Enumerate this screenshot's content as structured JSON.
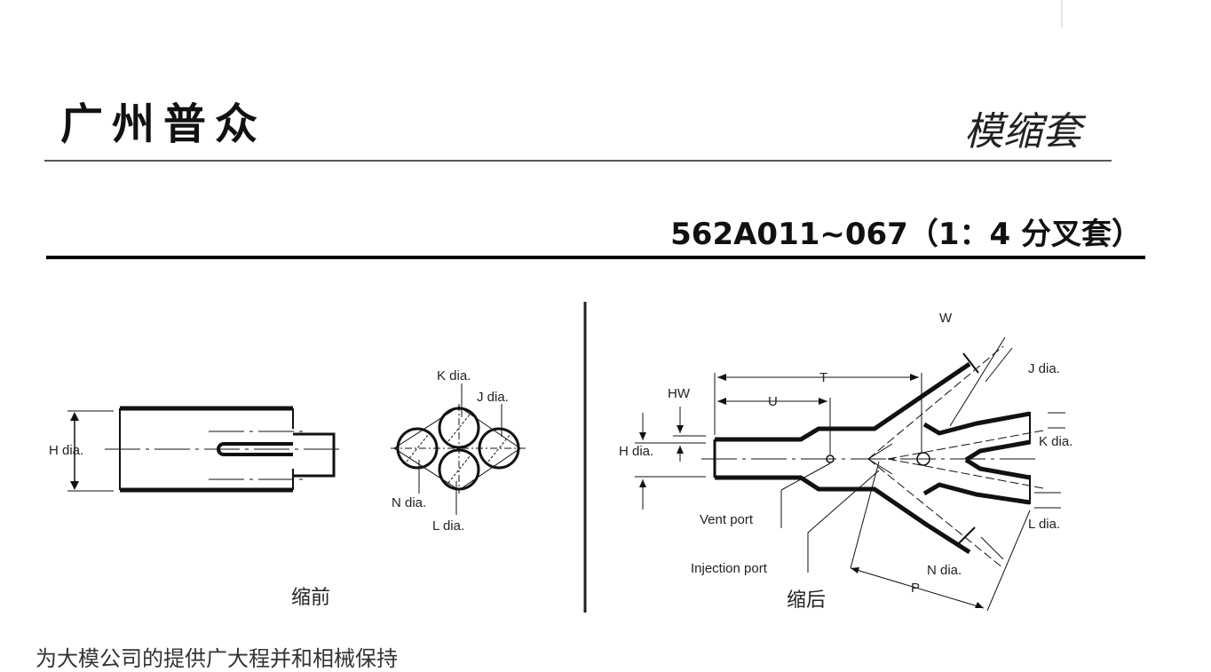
{
  "header": {
    "brand": "广州普众",
    "category": "模缩套",
    "model_title": "562A011~067（1：4 分叉套）"
  },
  "before_diagram": {
    "caption": "缩前",
    "labels": {
      "h_dia": "H dia.",
      "k_dia": "K dia.",
      "j_dia": "J dia.",
      "n_dia": "N dia.",
      "l_dia": "L dia."
    }
  },
  "after_diagram": {
    "caption": "缩后",
    "labels": {
      "w": "W",
      "j_dia": "J dia.",
      "t": "T",
      "u": "U",
      "hw": "HW",
      "h_dia": "H dia.",
      "k_dia": "K dia.",
      "vent_port": "Vent port",
      "l_dia": "L dia.",
      "injection_port": "Injection port",
      "n_dia": "N dia.",
      "p": "P"
    }
  },
  "footer": {
    "note": "为大模公司的提供广大程并和相械保持"
  }
}
